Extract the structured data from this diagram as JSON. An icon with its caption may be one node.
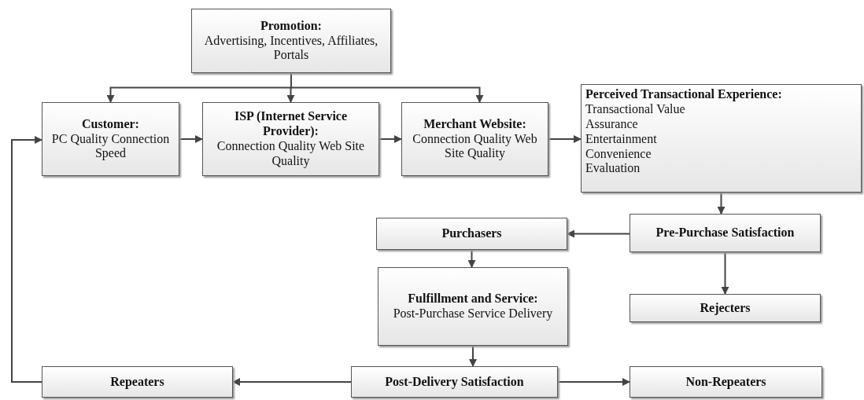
{
  "diagram": {
    "nodes": [
      {
        "text": [
          "Promotion:",
          "Advertising, Incentives, Affiliates, Portals"
        ]
      },
      {
        "text": [
          "Customer:",
          "PC Quality Connection Speed"
        ]
      },
      {
        "text": [
          "ISP (Internet Service Provider):",
          "Connection Quality Web Site Quality"
        ]
      },
      {
        "text": [
          "Merchant Website:",
          "Connection Quality Web Site Quality"
        ]
      },
      {
        "text": [
          "Perceived Transactional Experience:",
          "Transactional Value Assurance Entertainment Convenience Evaluation"
        ]
      },
      {
        "text": [
          "Pre-Purchase Satisfaction"
        ]
      },
      {
        "text": [
          "Purchasers"
        ]
      },
      {
        "text": [
          "Fulfillment and Service:",
          "Post-Purchase Service Delivery"
        ]
      },
      {
        "text": [
          "Rejecters"
        ]
      },
      {
        "text": [
          "Post-Delivery Satisfaction"
        ]
      },
      {
        "text": [
          "Repeaters"
        ]
      },
      {
        "text": [
          "Non-Repeaters"
        ]
      }
    ],
    "edges": [
      {
        "from": 0,
        "to": 1,
        "arrow": "to"
      },
      {
        "from": 0,
        "to": 2,
        "arrow": "to"
      },
      {
        "from": 0,
        "to": 3,
        "arrow": "to"
      },
      {
        "from": 1,
        "to": 2,
        "arrow": "to"
      },
      {
        "from": 2,
        "to": 3,
        "arrow": "to"
      },
      {
        "from": 3,
        "to": 4,
        "arrow": "to"
      },
      {
        "from": 4,
        "to": 5,
        "arrow": "to"
      },
      {
        "from": 5,
        "to": 6,
        "arrow": "to"
      },
      {
        "from": 5,
        "to": 8,
        "arrow": "to"
      },
      {
        "from": 6,
        "to": 7,
        "arrow": "to"
      },
      {
        "from": 7,
        "to": 9,
        "arrow": "to"
      },
      {
        "from": 9,
        "to": 10,
        "arrow": "to"
      },
      {
        "from": 9,
        "to": 11,
        "arrow": "to"
      },
      {
        "from": 10,
        "to": 1,
        "arrow": "to"
      }
    ]
  }
}
